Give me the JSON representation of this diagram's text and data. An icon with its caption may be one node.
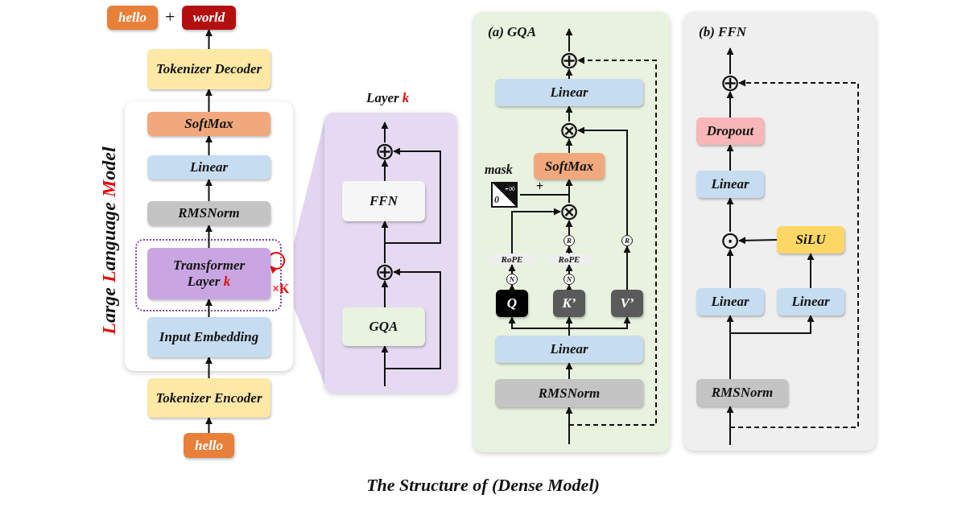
{
  "diagram": {
    "caption": "The Structure of (Dense Model)",
    "nodes": [
      {
        "text": [
          "hello"
        ]
      },
      {
        "text": [
          "world"
        ]
      },
      {
        "text": [
          "Tokenizer Decoder"
        ]
      },
      {
        "text": [
          "Large Language Model"
        ]
      },
      {
        "text": [
          "SoftMax"
        ],
        "in": 3
      },
      {
        "text": [
          "Linear"
        ],
        "in": 3
      },
      {
        "text": [
          "RMSNorm"
        ],
        "in": 3
      },
      {
        "text": [
          "Transformer Layer k"
        ],
        "in": 3
      },
      {
        "text": [
          "Input Embedding"
        ],
        "in": 3
      },
      {
        "text": [
          "Tokenizer Encoder"
        ]
      },
      {
        "text": [
          "hello"
        ]
      },
      {
        "text": [
          "Layer k"
        ]
      },
      {
        "text": [
          "⊕"
        ],
        "in": 11
      },
      {
        "text": [
          "FFN"
        ],
        "in": 11
      },
      {
        "text": [
          "⊕"
        ],
        "in": 11
      },
      {
        "text": [
          "GQA"
        ],
        "in": 11
      },
      {
        "text": [
          "(a) GQA"
        ]
      },
      {
        "text": [
          "⊕"
        ],
        "in": 16
      },
      {
        "text": [
          "Linear"
        ],
        "in": 16
      },
      {
        "text": [
          "⊗"
        ],
        "in": 16
      },
      {
        "text": [
          "SoftMax"
        ],
        "in": 16
      },
      {
        "text": [
          "mask",
          "-∞",
          "0"
        ],
        "in": 16
      },
      {
        "text": [
          "⊗"
        ],
        "in": 16
      },
      {
        "text": [
          "RoPE"
        ],
        "in": 16
      },
      {
        "text": [
          "RoPE"
        ],
        "in": 16
      },
      {
        "text": [
          "N"
        ],
        "in": 16
      },
      {
        "text": [
          "N"
        ],
        "in": 16
      },
      {
        "text": [
          "R"
        ],
        "in": 16
      },
      {
        "text": [
          "R"
        ],
        "in": 16
      },
      {
        "text": [
          "Q"
        ],
        "in": 16
      },
      {
        "text": [
          "K’"
        ],
        "in": 16
      },
      {
        "text": [
          "V’"
        ],
        "in": 16
      },
      {
        "text": [
          "Linear"
        ],
        "in": 16
      },
      {
        "text": [
          "RMSNorm"
        ],
        "in": 16
      },
      {
        "text": [
          "(b) FFN"
        ]
      },
      {
        "text": [
          "⊕"
        ],
        "in": 34
      },
      {
        "text": [
          "Dropout"
        ],
        "in": 34
      },
      {
        "text": [
          "Linear"
        ],
        "in": 34
      },
      {
        "text": [
          "⊙"
        ],
        "in": 34
      },
      {
        "text": [
          "SiLU"
        ],
        "in": 34
      },
      {
        "text": [
          "Linear"
        ],
        "in": 34
      },
      {
        "text": [
          "Linear"
        ],
        "in": 34
      },
      {
        "text": [
          "RMSNorm"
        ],
        "in": 34
      },
      {
        "text": [],
        "shape": "trapezoid"
      }
    ],
    "edges": [
      {
        "from": 10,
        "to": 9,
        "arrow": "to"
      },
      {
        "from": 9,
        "to": 8,
        "arrow": "to"
      },
      {
        "from": 8,
        "to": 7,
        "arrow": "to"
      },
      {
        "from": 7,
        "to": 7,
        "arrow": "to",
        "label": "×K",
        "color": "#e01010"
      },
      {
        "from": 7,
        "to": 6,
        "arrow": "to"
      },
      {
        "from": 6,
        "to": 5,
        "arrow": "to"
      },
      {
        "from": 5,
        "to": 4,
        "arrow": "to"
      },
      {
        "from": 4,
        "to": 2,
        "arrow": "to"
      },
      {
        "from": 2,
        "to": 1,
        "arrow": "to"
      },
      {
        "from": null,
        "to": 15,
        "arrow": "to"
      },
      {
        "from": null,
        "to": 14,
        "arrow": "to"
      },
      {
        "from": 15,
        "to": 14,
        "arrow": "to"
      },
      {
        "from": 14,
        "to": 13,
        "arrow": "to"
      },
      {
        "from": 14,
        "to": 12,
        "arrow": "to"
      },
      {
        "from": 13,
        "to": 12,
        "arrow": "to"
      },
      {
        "from": 12,
        "to": null,
        "arrow": "to"
      },
      {
        "from": null,
        "to": 33,
        "arrow": "to"
      },
      {
        "from": null,
        "to": 17,
        "arrow": "to",
        "style": "dashed"
      },
      {
        "from": 33,
        "to": 32,
        "arrow": "to"
      },
      {
        "from": 32,
        "to": 29,
        "arrow": "to"
      },
      {
        "from": 32,
        "to": 30,
        "arrow": "to"
      },
      {
        "from": 32,
        "to": 31,
        "arrow": "to"
      },
      {
        "from": 29,
        "to": 25,
        "arrow": "to"
      },
      {
        "from": 25,
        "to": 23,
        "arrow": "to"
      },
      {
        "from": 23,
        "to": 22,
        "arrow": "to"
      },
      {
        "from": 30,
        "to": 26,
        "arrow": "to"
      },
      {
        "from": 26,
        "to": 24,
        "arrow": "to"
      },
      {
        "from": 24,
        "to": 27,
        "arrow": "to"
      },
      {
        "from": 27,
        "to": 22,
        "arrow": "to"
      },
      {
        "from": 21,
        "to": 20,
        "arrow": "to",
        "label": "+"
      },
      {
        "from": 22,
        "to": 20,
        "arrow": "to"
      },
      {
        "from": 20,
        "to": 19,
        "arrow": "to"
      },
      {
        "from": 31,
        "to": 28,
        "arrow": "to"
      },
      {
        "from": 28,
        "to": 19,
        "arrow": "to"
      },
      {
        "from": 19,
        "to": 18,
        "arrow": "to"
      },
      {
        "from": 18,
        "to": 17,
        "arrow": "to"
      },
      {
        "from": 17,
        "to": null,
        "arrow": "to"
      },
      {
        "from": null,
        "to": 42,
        "arrow": "to"
      },
      {
        "from": null,
        "to": 35,
        "arrow": "to",
        "style": "dashed"
      },
      {
        "from": 42,
        "to": 40,
        "arrow": "to"
      },
      {
        "from": 42,
        "to": 41,
        "arrow": "to"
      },
      {
        "from": 41,
        "to": 39,
        "arrow": "to"
      },
      {
        "from": 39,
        "to": 38,
        "arrow": "to"
      },
      {
        "from": 40,
        "to": 38,
        "arrow": "to"
      },
      {
        "from": 38,
        "to": 37,
        "arrow": "to"
      },
      {
        "from": 37,
        "to": 36,
        "arrow": "to"
      },
      {
        "from": 36,
        "to": 35,
        "arrow": "to"
      },
      {
        "from": 35,
        "to": null,
        "arrow": "to"
      }
    ],
    "labels": [
      "+"
    ]
  }
}
